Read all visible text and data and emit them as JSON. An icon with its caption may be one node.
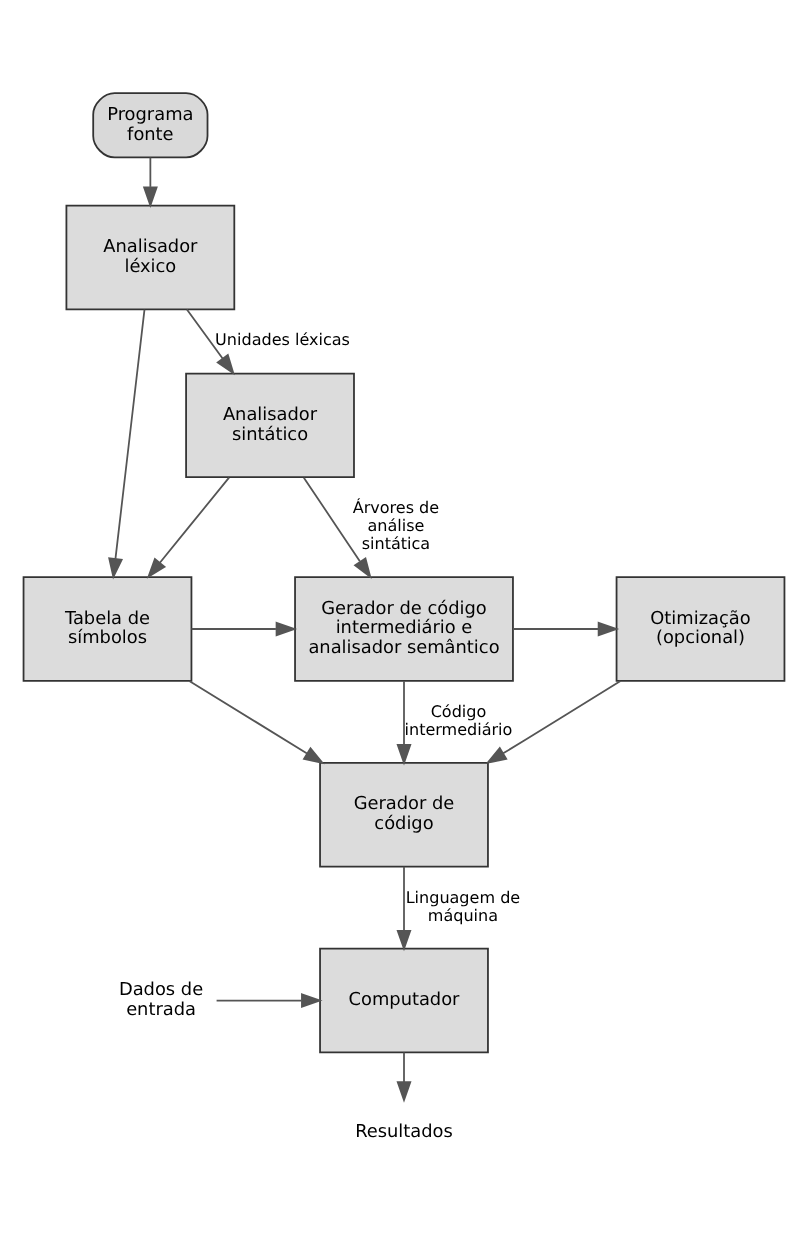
{
  "diagram": {
    "nodes": [
      {
        "text": [
          "Programa fonte"
        ]
      },
      {
        "text": [
          "Analisador léxico"
        ]
      },
      {
        "text": [
          "Analisador sintático"
        ]
      },
      {
        "text": [
          "Tabela de símbolos"
        ]
      },
      {
        "text": [
          "Gerador de código intermediário e analisador semântico"
        ]
      },
      {
        "text": [
          "Otimização (opcional)"
        ]
      },
      {
        "text": [
          "Gerador de código"
        ]
      },
      {
        "text": [
          "Computador"
        ]
      },
      {
        "text": [
          "Dados de entrada"
        ]
      },
      {
        "text": [
          "Resultados"
        ]
      }
    ],
    "edges": [
      {
        "from": 0,
        "to": 1,
        "arrow": "to"
      },
      {
        "from": 1,
        "to": 2,
        "arrow": "to",
        "label": "Unidades léxicas"
      },
      {
        "from": 1,
        "to": 3,
        "arrow": "to"
      },
      {
        "from": 2,
        "to": 3,
        "arrow": "to"
      },
      {
        "from": 2,
        "to": 4,
        "arrow": "to",
        "label": "Árvores de análise sintática"
      },
      {
        "from": 3,
        "to": 4,
        "arrow": "to"
      },
      {
        "from": 4,
        "to": 5,
        "arrow": "to"
      },
      {
        "from": 5,
        "to": 6,
        "arrow": "to"
      },
      {
        "from": 4,
        "to": 6,
        "arrow": "to",
        "label": "Código intermediário"
      },
      {
        "from": 3,
        "to": 6,
        "arrow": "to"
      },
      {
        "from": 6,
        "to": 7,
        "arrow": "to",
        "label": "Linguagem de máquina"
      },
      {
        "from": 8,
        "to": 7,
        "arrow": "to"
      },
      {
        "from": 7,
        "to": 9,
        "arrow": "to"
      }
    ]
  }
}
